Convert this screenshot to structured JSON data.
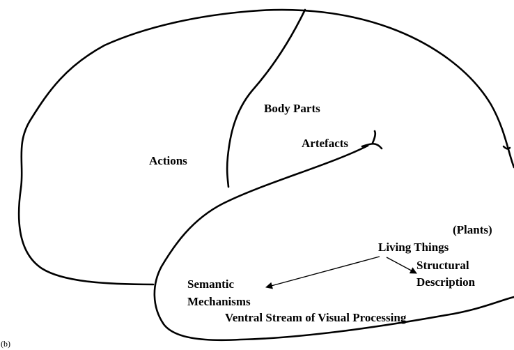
{
  "panel_label": "(b)",
  "regions": {
    "actions": "Actions",
    "body_parts": "Body Parts",
    "artefacts": "Artefacts",
    "plants": "(Plants)",
    "living_things": "Living Things",
    "structural_line1": "Structural",
    "structural_line2": "Description",
    "semantic_line1": "Semantic",
    "semantic_line2": "Mechanisms",
    "ventral": "Ventral Stream of Visual Processing"
  },
  "colors": {
    "ink": "#000000",
    "background": "#ffffff"
  }
}
